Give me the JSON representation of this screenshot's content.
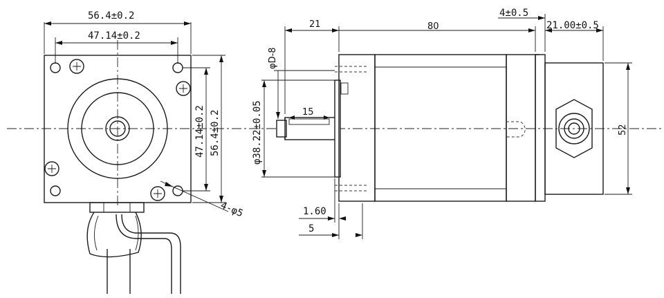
{
  "front_view": {
    "dim_flange_width": "56.4±0.2",
    "dim_hole_spacing_h": "47.14±0.2",
    "dim_hole_spacing_v": "47.14±0.2",
    "dim_flange_height": "56.4±0.2",
    "dim_mount_holes": "4-φ5"
  },
  "side_view": {
    "dim_shaft_length": "21",
    "dim_body_length": "80",
    "dim_flange_thick": "4±0.5",
    "dim_encoder_length": "21.00±0.5",
    "dim_shaft_dia": "φD-8",
    "dim_pilot_dia": "φ38.22±0.05",
    "dim_key_length": "15",
    "dim_pilot_depth": "1.60",
    "dim_flange_offset": "5",
    "dim_encoder_height": "52"
  }
}
